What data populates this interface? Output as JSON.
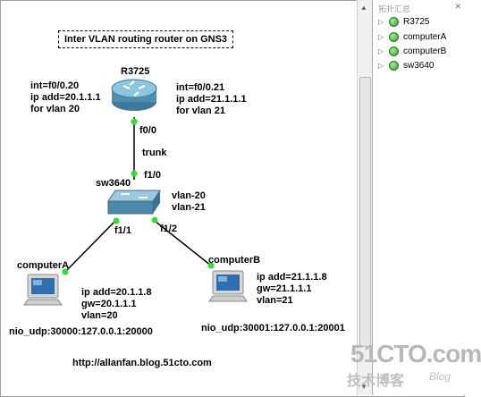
{
  "canvas": {
    "title": "Inter  VLAN routing router on GNS3",
    "url": "http://allanfan.blog.51cto.com"
  },
  "router": {
    "name": "R3725",
    "left_config": "int=f0/0.20\nip add=20.1.1.1\nfor vlan 20",
    "right_config": "int=f0/0.21\nip add=21.1.1.1\nfor vlan 21",
    "port": "f0/0"
  },
  "link_trunk": "trunk",
  "switch": {
    "name": "sw3640",
    "port_up": "f1/0",
    "vlans": "vlan-20\nvlan-21",
    "port_left": "f1/1",
    "port_right": "f1/2"
  },
  "computerA": {
    "name": "computerA",
    "config": "ip add=20.1.1.8\ngw=20.1.1.1\nvlan=20",
    "nio": "nio_udp:30000:127.0.0.1:20000"
  },
  "computerB": {
    "name": "computerB",
    "config": "ip add=21.1.1.8\ngw=21.1.1.1\nvlan=21",
    "nio": "nio_udp:30001:127.0.0.1:20001"
  },
  "panel": {
    "title": "拓扑汇总",
    "nodes": [
      "R3725",
      "computerA",
      "computerB",
      "sw3640"
    ],
    "status_color": "#3cb83c"
  },
  "watermark": {
    "brand": "51CTO.com",
    "tagline": "技术博客",
    "blog": "Blog"
  }
}
